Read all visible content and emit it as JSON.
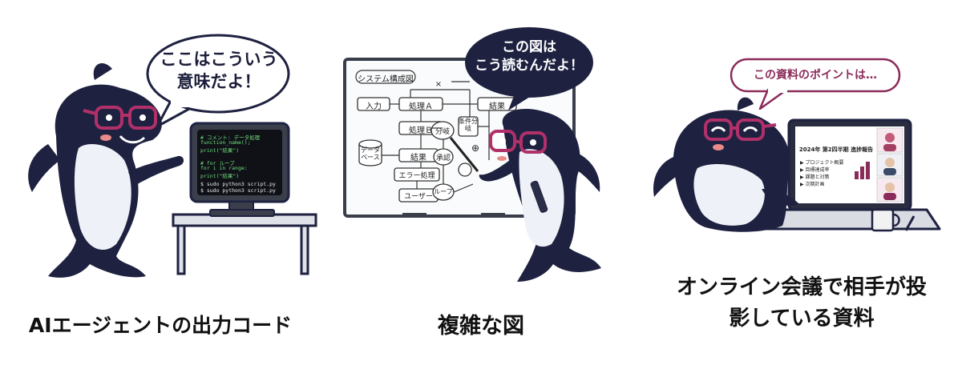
{
  "palette": {
    "navy": "#1e2140",
    "belly": "#eef1f7",
    "glasses": "#b0306a",
    "cheek": "#e98b8b",
    "bubble_border": "#8b2b5a",
    "terminal_green": "#6fe07a"
  },
  "panel_ai_agent": {
    "bubble": {
      "line1": "ここはこういう",
      "line2": "意味だよ！"
    },
    "terminal_lines": [
      "# コメント: データ処理",
      "function_name();",
      "  print(\"結果\")",
      "",
      "# for ループ",
      "for i in range:",
      "  print(\"結果\")",
      "",
      "$ sudo python3 script.py",
      "$ sudo python3 script.py"
    ],
    "caption": "AIエージェントの出力コード"
  },
  "panel_diagram": {
    "bubble": {
      "line1": "この図は",
      "line2": "こう読むんだよ！"
    },
    "whiteboard_title": "システム構成図",
    "nodes": {
      "input": "入力",
      "process_a": "処理Ａ",
      "process_b": "処理Ｂ",
      "result_left": "結果",
      "error": "エラー処理",
      "user": "ユーザー",
      "database": "データベース",
      "branch": "分岐",
      "approve": "承認",
      "loop": "ループ",
      "condition": "条件分岐",
      "result_right": "結果",
      "cross_mark": "×",
      "plus_mark": "⊕"
    },
    "caption": "複雑な図"
  },
  "panel_meeting": {
    "bubble": {
      "line1": "この資料のポイントは…"
    },
    "slide": {
      "title": "2024年 第2四半期 進捗報告",
      "bullets": [
        "▶ プロジェクト概要",
        "▶ 目標達成率",
        "▶ 課題と対策",
        "▶ 次期計画"
      ]
    },
    "caption_line1": "オンライン会議で相手が投",
    "caption_line2": "影している資料"
  }
}
